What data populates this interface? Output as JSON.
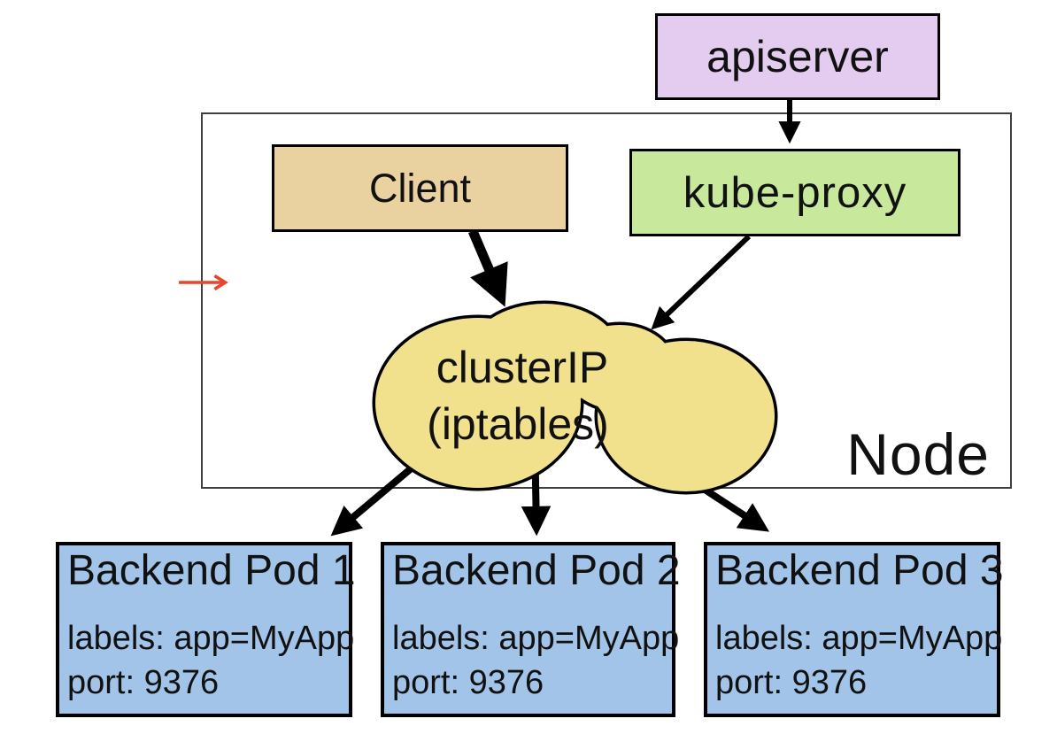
{
  "diagram": {
    "apiserver": {
      "label": "apiserver",
      "fill": "#E4CBF0"
    },
    "client": {
      "label": "Client",
      "fill": "#E9D2A0"
    },
    "kube_proxy": {
      "label": "kube-proxy",
      "fill": "#C8E89B"
    },
    "cluster_ip": {
      "line1": "clusterIP",
      "line2": "(iptables)",
      "fill": "#F1E18D"
    },
    "node": {
      "label": "Node",
      "border_color": "#3F3F3F"
    },
    "pods": [
      {
        "title": "Backend Pod 1",
        "labels_line": "labels: app=MyApp",
        "port_line": "port: 9376",
        "fill": "#A2C4E9"
      },
      {
        "title": "Backend Pod 2",
        "labels_line": "labels: app=MyApp",
        "port_line": "port: 9376",
        "fill": "#A2C4E9"
      },
      {
        "title": "Backend Pod 3",
        "labels_line": "labels: app=MyApp",
        "port_line": "port: 9376",
        "fill": "#A2C4E9"
      }
    ],
    "colors": {
      "arrow": "#000000",
      "red_arrow": "#E8472F"
    }
  }
}
